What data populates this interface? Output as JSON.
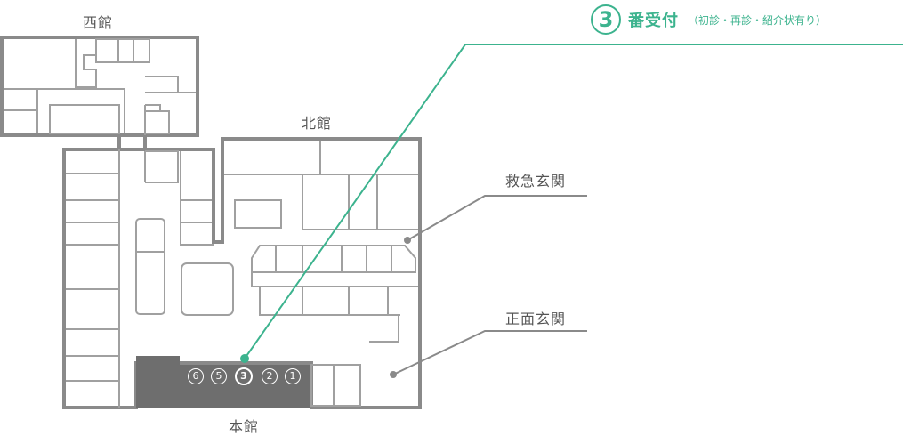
{
  "title": {
    "number": "3",
    "main": "番受付",
    "note": "（初診・再診・紹介状有り）"
  },
  "buildings": {
    "west": "西館",
    "north": "北館",
    "main": "本館"
  },
  "entrances": {
    "emergency": "救急玄関",
    "front": "正面玄関"
  },
  "counters": [
    "6",
    "5",
    "3",
    "2",
    "1"
  ],
  "colors": {
    "accent": "#3cb38e",
    "wall": "#8a8a8a",
    "counter_area": "#6e6e6e",
    "text": "#555555"
  }
}
